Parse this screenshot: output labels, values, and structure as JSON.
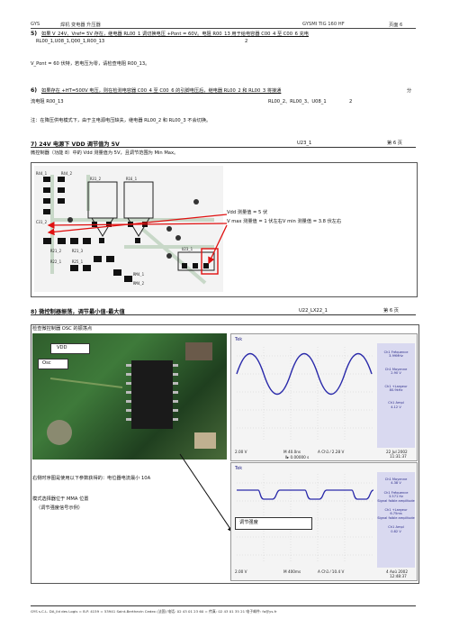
{
  "header": {
    "left": "GYS",
    "left2": "焊机 变电器 升压器",
    "center": "GYSMI TIG 160 HF",
    "right": "页面 6"
  },
  "sec5": {
    "title_num": "5)",
    "line1": "如果 V_24V、Vref= 5V 存在，继电器 RL00_1 调切换电压 +Pont = 60V。电阻 R00_13 用于给电容器 C00_4 至 C00_6 充电",
    "line2": "RL00_1,U08_1,Q00_1,R00_13",
    "line2_num": "2",
    "line3": "V_Pont = 60 伏特，若电压为零，请检查电阻 R00_13。"
  },
  "sec6": {
    "title_num": "6)",
    "line1": "如果存在 +HT=500V 电压，则在检测电容器 C00_4 至 C00_6 的引脚电压后，继电器 RL00_2 和 RL00_3 将接通",
    "line1_right": "分",
    "line2_left": "流电阻 R00_13",
    "line2_mid": "RL00_2、RL00_3、U08_1",
    "line2_num": "2",
    "note": "注：在降压供电模式下，由于主电源电压缺失，继电器 RL00_2 和 RL00_3 不会切换。"
  },
  "sec7": {
    "title": "7) 24V 电源下 VDD 调节值为 5V",
    "mid": "U23_1",
    "right": "第 6 页",
    "desc": "微控制器（功能 8）中的 Vdd 测量值为 5V，且调节范围为 Min Max。",
    "ann1": "Vdd 测量值 = 5 伏",
    "ann2": "V max 测量值 = 1 伏左右V min 测量值 = 3.8 伏左右",
    "pcb_labels": [
      "R31_2",
      "R16_1",
      "R21_2",
      "R21_3",
      "R22_1",
      "R25_1",
      "U23_1",
      "C31_2",
      "R44_1",
      "R44_2",
      "RM4_1",
      "RM4_2"
    ]
  },
  "sec8": {
    "title": "8) 微控制器振荡，调节最小值-最大值",
    "mid": "U22_LX22_1",
    "right": "第 6 页",
    "check": "检查微控制器 OSC 的振荡点",
    "vdd": "VDD",
    "osc": "Osc",
    "text1": "右侧时序图是使用以下参数获得的：电位器电流最小 10A",
    "text2": "模式选择器位于 MMA 位置",
    "text3": "（调节强度信号示例）",
    "adj": "调节强度"
  },
  "scope1": {
    "brand": "Tek",
    "side": [
      "Ch1 Fréquence",
      "3.99MHz",
      "Ch1 Moyenne",
      "2.90 V",
      "Ch1 +Largeur",
      "80.9kHz",
      "Ch1 Ampl",
      "4.12 V"
    ],
    "bottom_ch": "2.00 V",
    "bottom_time": "M 40.0ns",
    "bottom_trig": "A  Ch1  ⁄  2.28 V",
    "bottom_date": "22 Jul  2002",
    "bottom_clock": "11:31:37",
    "bottom_pos": "Ⅱ▸ 0.00000 s"
  },
  "scope2": {
    "brand": "Tek",
    "side": [
      "Ch1 Moyenne",
      "4.38 V",
      "Ch1 Fréquence",
      "3.571 Hz",
      "Signal faible amplitude",
      "Ch1 +Largeur",
      "6.75ms",
      "Signal faible amplitude",
      "Ch1 Ampl",
      "0.82 V"
    ],
    "bottom_ch": "2.00 V",
    "bottom_time": "M 400ms",
    "bottom_trig": "A  Ch1  ⁄  10.4 V",
    "bottom_date": "4 Aoû 2002",
    "bottom_clock": "12:48:37"
  },
  "footer": {
    "text": "GYS s.C.L. DA_lld des Logis = B.P. 4159 = 53941 Saint-Berthevin Cedex (法国) 电话: 02 43 01 23 60 = 传真: 02 43 01 35 21     电子邮件: fo@ys.fr"
  }
}
